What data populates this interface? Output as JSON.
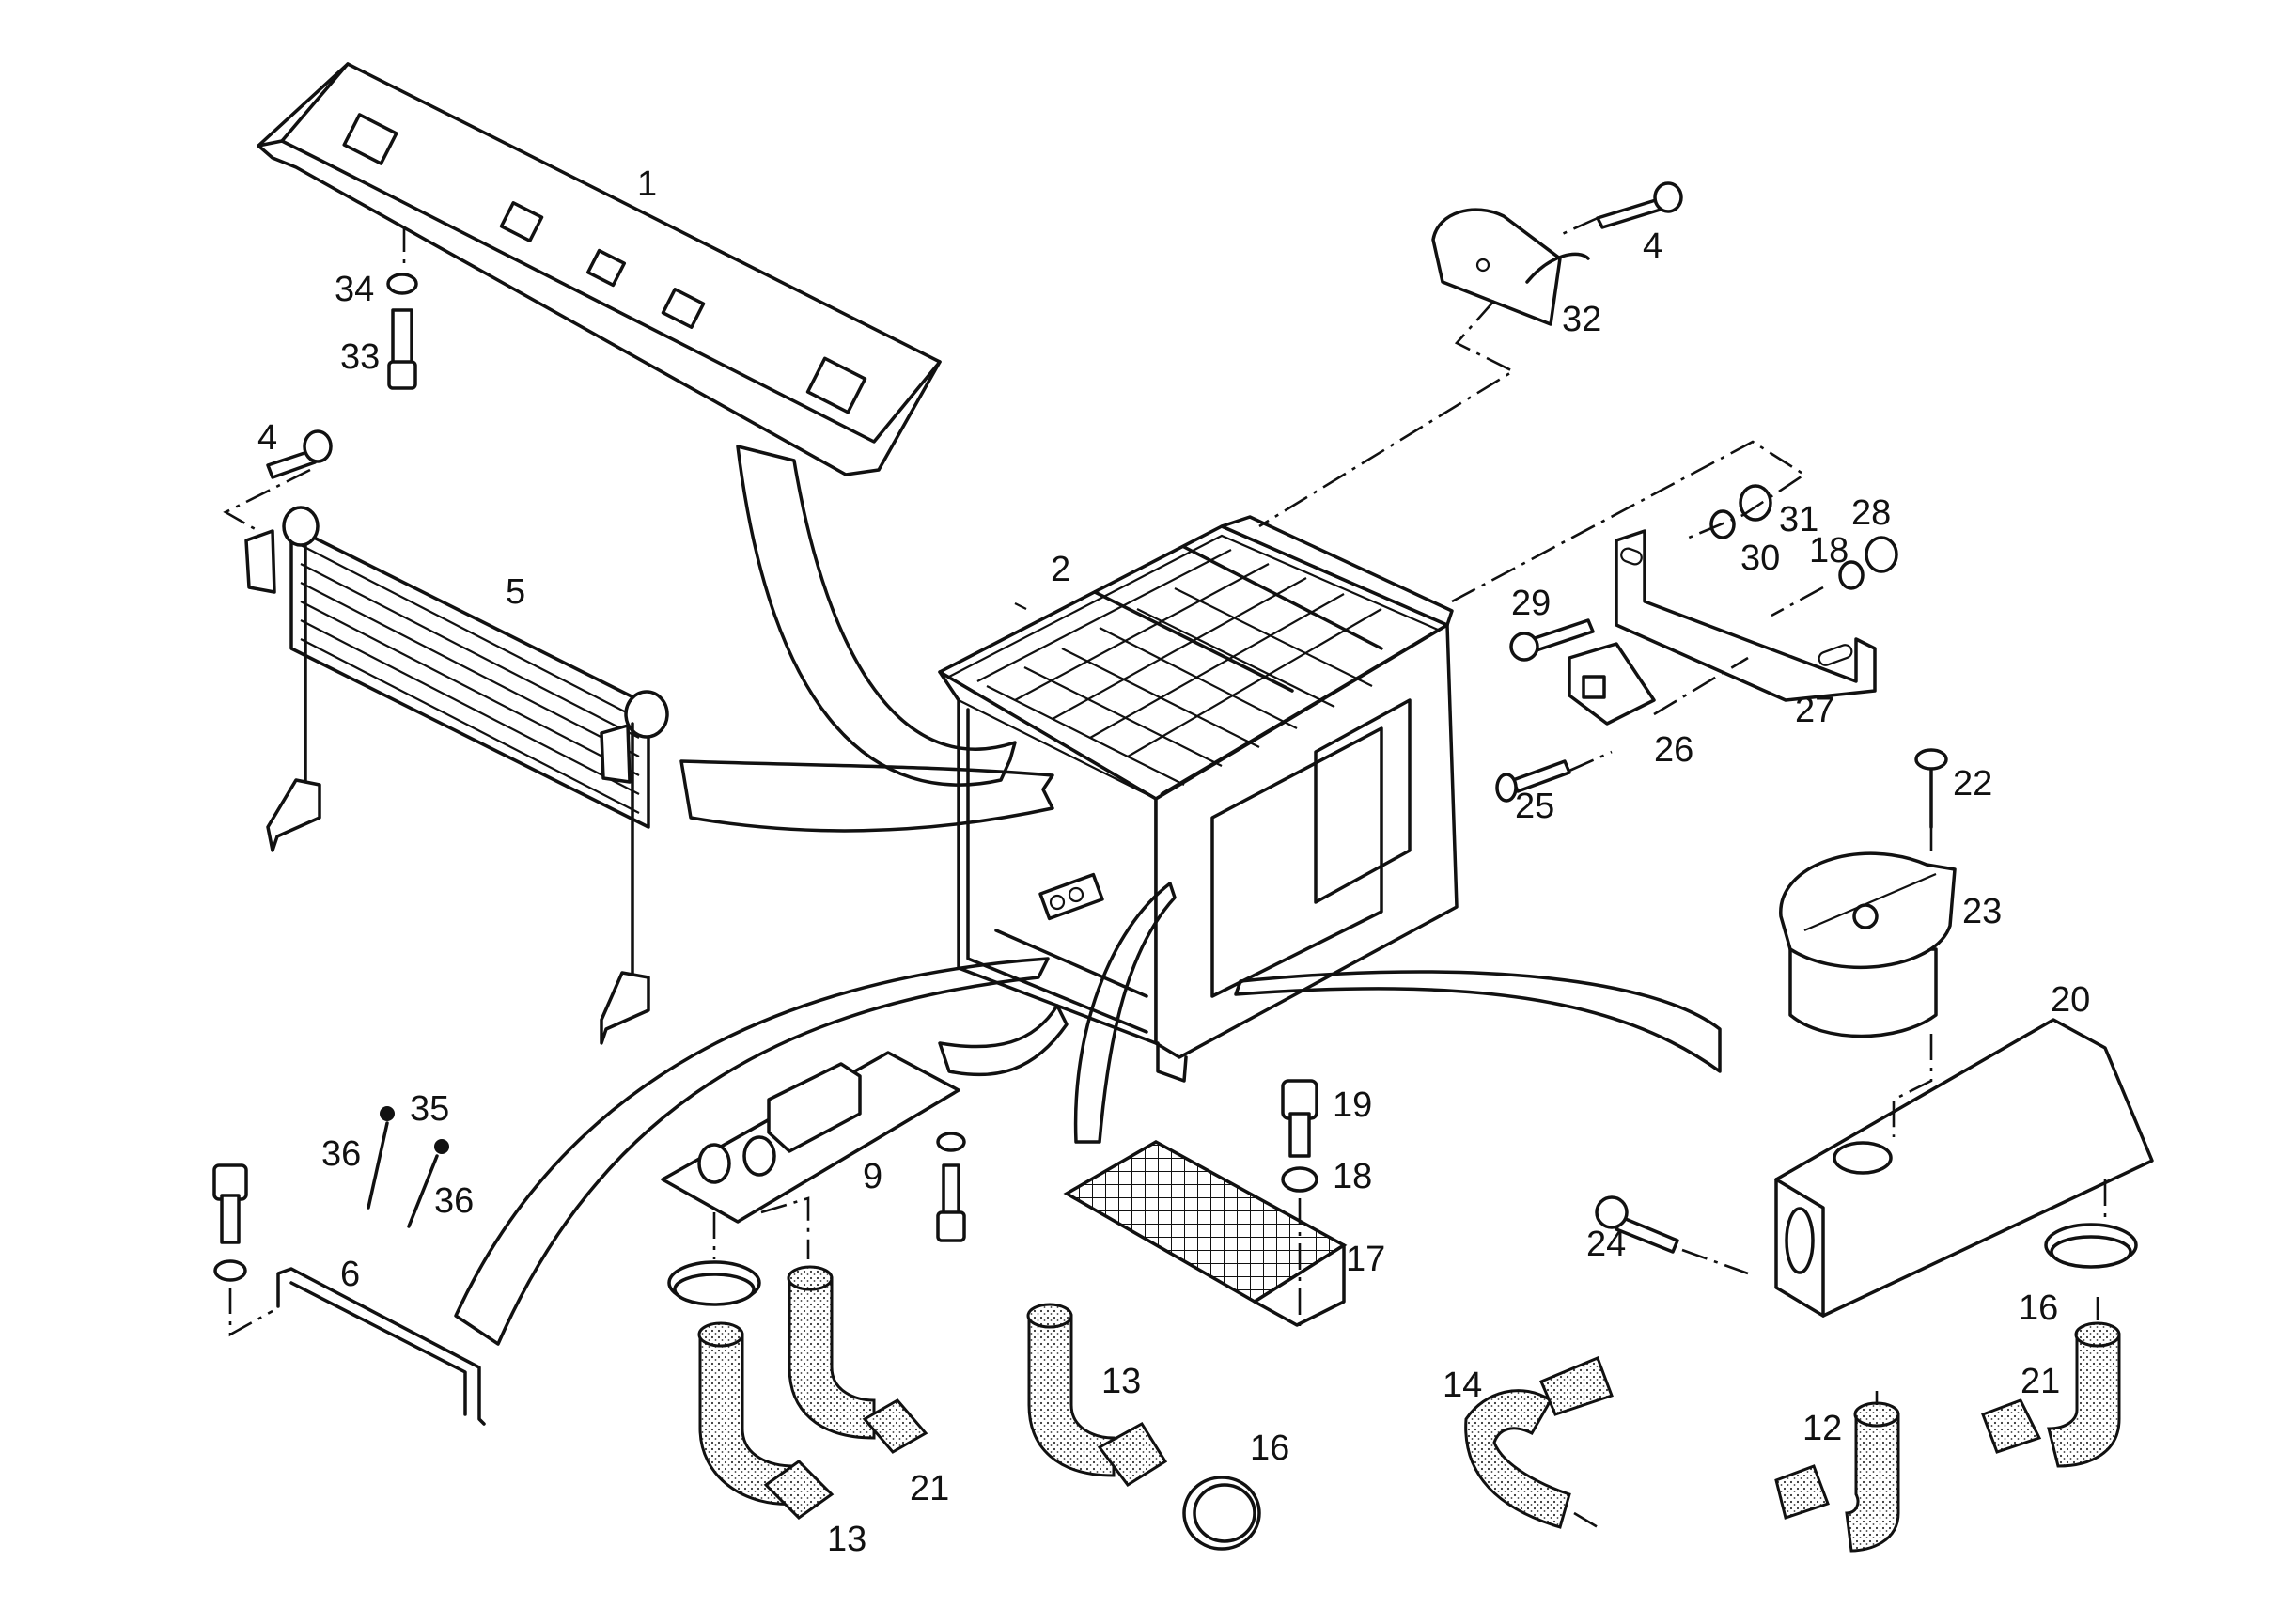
{
  "callouts": {
    "c1": "1",
    "c2": "2",
    "c4a": "4",
    "c4b": "4",
    "c5": "5",
    "c6": "6",
    "c9": "9",
    "c12": "12",
    "c13a": "13",
    "c13b": "13",
    "c14": "14",
    "c16a": "16",
    "c16b": "16",
    "c17": "17",
    "c18a": "18",
    "c18b": "18",
    "c19": "19",
    "c20": "20",
    "c21a": "21",
    "c21b": "21",
    "c22": "22",
    "c23": "23",
    "c24": "24",
    "c25": "25",
    "c26": "26",
    "c27": "27",
    "c28": "28",
    "c29": "29",
    "c30": "30",
    "c31": "31",
    "c32": "32",
    "c33": "33",
    "c34": "34",
    "c35": "35",
    "c36a": "36",
    "c36b": "36"
  }
}
